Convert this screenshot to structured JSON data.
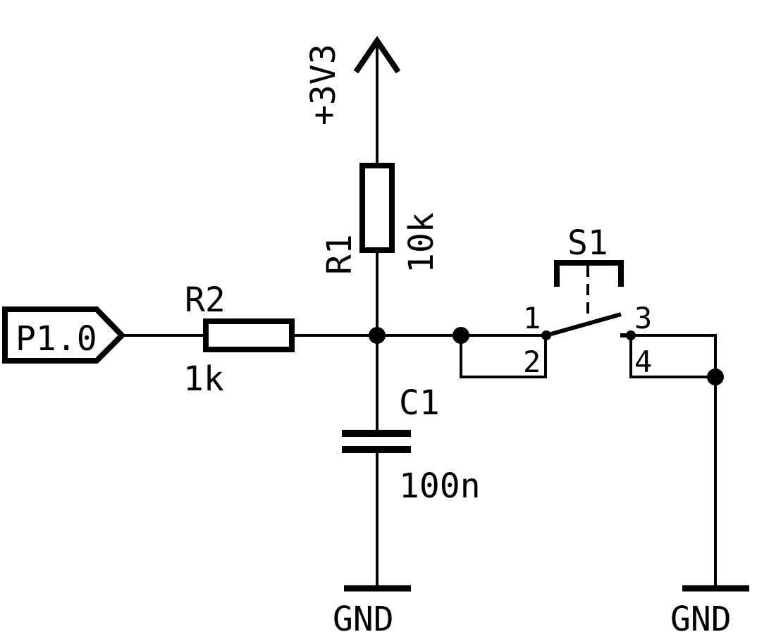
{
  "schematic": {
    "port": {
      "label": "P1.0"
    },
    "supply": {
      "label": "+3V3"
    },
    "r1": {
      "ref": "R1",
      "value": "10k"
    },
    "r2": {
      "ref": "R2",
      "value": "1k"
    },
    "c1": {
      "ref": "C1",
      "value": "100n"
    },
    "s1": {
      "ref": "S1",
      "pin1": "1",
      "pin2": "2",
      "pin3": "3",
      "pin4": "4"
    },
    "gnd_left": {
      "label": "GND"
    },
    "gnd_right": {
      "label": "GND"
    }
  }
}
